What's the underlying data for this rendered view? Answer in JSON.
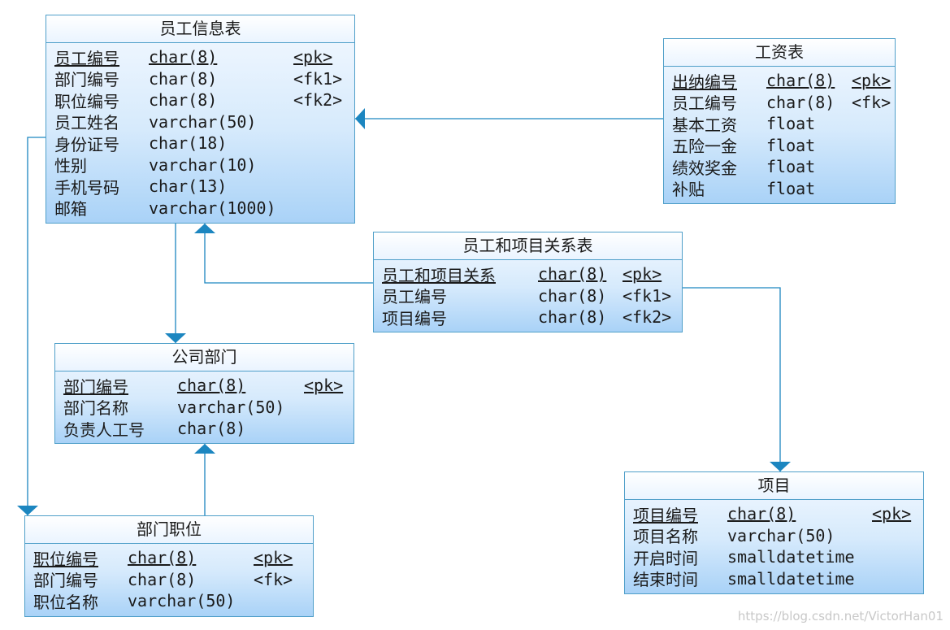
{
  "entities": [
    {
      "id": "employee",
      "title": "员工信息表",
      "rows": [
        {
          "name": "员工编号",
          "type": "char(8)",
          "key": "<pk>",
          "pk": true
        },
        {
          "name": "部门编号",
          "type": "char(8)",
          "key": "<fk1>"
        },
        {
          "name": "职位编号",
          "type": "char(8)",
          "key": "<fk2>"
        },
        {
          "name": "员工姓名",
          "type": "varchar(50)",
          "key": ""
        },
        {
          "name": "身份证号",
          "type": "char(18)",
          "key": ""
        },
        {
          "name": "性别",
          "type": "varchar(10)",
          "key": ""
        },
        {
          "name": "手机号码",
          "type": "char(13)",
          "key": ""
        },
        {
          "name": "邮箱",
          "type": "varchar(1000)",
          "key": ""
        }
      ]
    },
    {
      "id": "salary",
      "title": "工资表",
      "rows": [
        {
          "name": "出纳编号",
          "type": "char(8)",
          "key": "<pk>",
          "pk": true
        },
        {
          "name": "员工编号",
          "type": "char(8)",
          "key": "<fk>"
        },
        {
          "name": "基本工资",
          "type": "float",
          "key": ""
        },
        {
          "name": "五险一金",
          "type": "float",
          "key": ""
        },
        {
          "name": "绩效奖金",
          "type": "float",
          "key": ""
        },
        {
          "name": "补贴",
          "type": "float",
          "key": ""
        }
      ]
    },
    {
      "id": "emp_project",
      "title": "员工和项目关系表",
      "rows": [
        {
          "name": "员工和项目关系",
          "type": "char(8)",
          "key": "<pk>",
          "pk": true
        },
        {
          "name": "员工编号",
          "type": "char(8)",
          "key": "<fk1>"
        },
        {
          "name": "项目编号",
          "type": "char(8)",
          "key": "<fk2>"
        }
      ]
    },
    {
      "id": "department",
      "title": "公司部门",
      "rows": [
        {
          "name": "部门编号",
          "type": "char(8)",
          "key": "<pk>",
          "pk": true
        },
        {
          "name": "部门名称",
          "type": "varchar(50)",
          "key": ""
        },
        {
          "name": "负责人工号",
          "type": "char(8)",
          "key": ""
        }
      ]
    },
    {
      "id": "position",
      "title": "部门职位",
      "rows": [
        {
          "name": "职位编号",
          "type": "char(8)",
          "key": "<pk>",
          "pk": true
        },
        {
          "name": "部门编号",
          "type": "char(8)",
          "key": "<fk>"
        },
        {
          "name": "职位名称",
          "type": "varchar(50)",
          "key": ""
        }
      ]
    },
    {
      "id": "project",
      "title": "项目",
      "rows": [
        {
          "name": "项目编号",
          "type": "char(8)",
          "key": "<pk>",
          "pk": true
        },
        {
          "name": "项目名称",
          "type": "varchar(50)",
          "key": ""
        },
        {
          "name": "开启时间",
          "type": "smalldatetime",
          "key": ""
        },
        {
          "name": "结束时间",
          "type": "smalldatetime",
          "key": ""
        }
      ]
    }
  ],
  "watermark": "https://blog.csdn.net/VictorHan01",
  "colors": {
    "line": "#1c86c0",
    "border": "#4f9fc9"
  }
}
